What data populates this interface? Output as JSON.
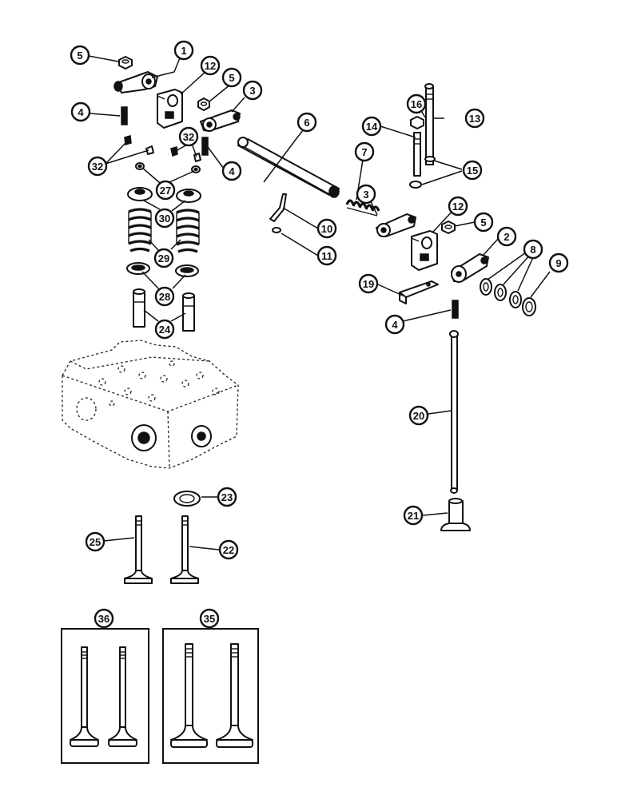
{
  "callouts": {
    "c1": "1",
    "c2": "2",
    "c3a": "3",
    "c3b": "3",
    "c4a": "4",
    "c4b": "4",
    "c4c": "4",
    "c5a": "5",
    "c5b": "5",
    "c5c": "5",
    "c6": "6",
    "c7": "7",
    "c8": "8",
    "c9": "9",
    "c10": "10",
    "c11": "11",
    "c12a": "12",
    "c12b": "12",
    "c13": "13",
    "c14": "14",
    "c15": "15",
    "c16": "16",
    "c19": "19",
    "c20": "20",
    "c21": "21",
    "c22": "22",
    "c23": "23",
    "c24": "24",
    "c25": "25",
    "c27": "27",
    "c28": "28",
    "c29": "29",
    "c30": "30",
    "c32a": "32",
    "c32b": "32",
    "c35": "35",
    "c36": "36"
  }
}
